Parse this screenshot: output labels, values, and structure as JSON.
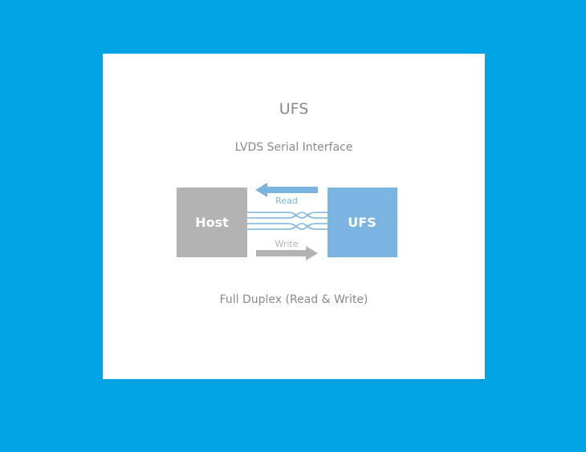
{
  "title": "UFS",
  "subtitle": "LVDS Serial Interface",
  "footer": "Full Duplex (Read & Write)",
  "host_box": {
    "label": "Host",
    "color": "#b3b3b3"
  },
  "ufs_box": {
    "label": "UFS",
    "color": "#7ab4e1"
  },
  "read_arrow": {
    "label": "Read",
    "color": "#7ab4e1",
    "direction": "left"
  },
  "write_arrow": {
    "label": "Write",
    "color": "#b3b3b3",
    "direction": "right"
  },
  "lane_color": "#7ab4e1"
}
